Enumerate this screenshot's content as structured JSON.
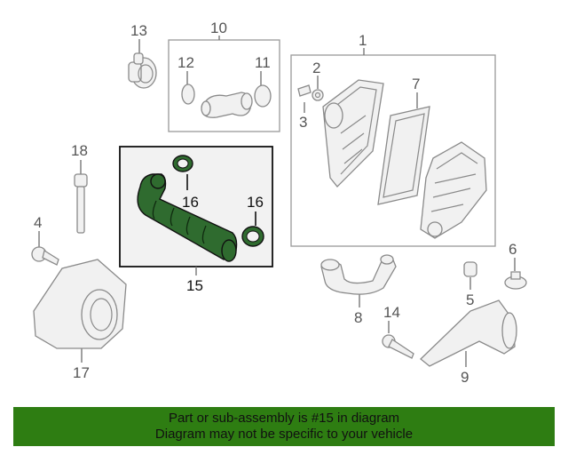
{
  "callouts": {
    "c1": "1",
    "c2": "2",
    "c3": "3",
    "c4": "4",
    "c5": "5",
    "c6": "6",
    "c7": "7",
    "c8": "8",
    "c9": "9",
    "c10": "10",
    "c11": "11",
    "c12": "12",
    "c13": "13",
    "c14": "14",
    "c15": "15",
    "c16a": "16",
    "c16b": "16",
    "c17": "17",
    "c18": "18"
  },
  "banner": {
    "line1": "Part or sub-assembly is #15 in diagram",
    "line2": "Diagram may not be specific to your vehicle"
  },
  "colors": {
    "highlight_part": "#2f6b2f",
    "banner_background": "#2e7d12"
  }
}
